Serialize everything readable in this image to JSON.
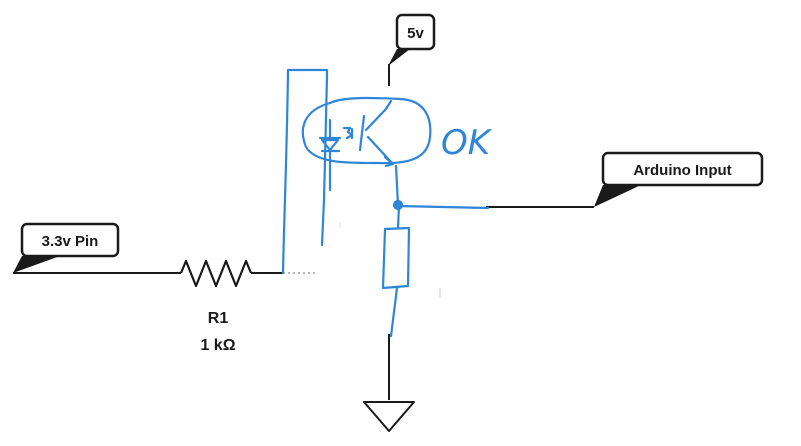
{
  "labels": {
    "supply": "5v",
    "input_pin": "3.3v Pin",
    "output": "Arduino Input",
    "resistor_name": "R1",
    "resistor_value": "1 kΩ",
    "annotation": "OK"
  },
  "colors": {
    "ink": "#1a1a1a",
    "pen": "#2f86d8",
    "background": "#ffffff"
  }
}
